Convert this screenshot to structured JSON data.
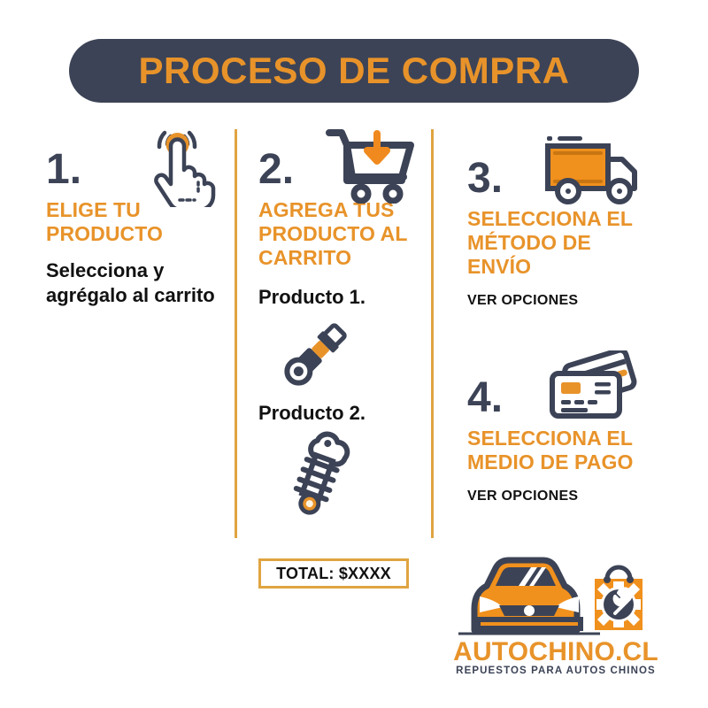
{
  "header": {
    "title": "PROCESO DE COMPRA",
    "banner_color": "#3c4356",
    "title_color": "#e8932a"
  },
  "theme": {
    "orange": "#e8932a",
    "navy": "#3c4356",
    "divider": "#e0a441",
    "text": "#111111",
    "background": "#ffffff"
  },
  "steps": [
    {
      "number": "1.",
      "icon": "click-hand-icon",
      "title": "ELIGE TU PRODUCTO",
      "subtitle": "Selecciona y agrégalo al carrito"
    },
    {
      "number": "2.",
      "icon": "shopping-cart-download-icon",
      "title": "AGREGA TUS PRODUCTO AL CARRITO",
      "products": [
        {
          "label": "Producto 1.",
          "icon": "shock-absorber-icon"
        },
        {
          "label": "Producto 2.",
          "icon": "coil-spring-strut-icon"
        }
      ],
      "total": "TOTAL: $XXXX"
    },
    {
      "number": "3.",
      "icon": "delivery-truck-icon",
      "title": "SELECCIONA EL MÉTODO DE ENVÍO",
      "link": "VER OPCIONES"
    },
    {
      "number": "4.",
      "icon": "credit-cards-icon",
      "title": "SELECCIONA EL MEDIO DE PAGO",
      "link": "VER OPCIONES"
    }
  ],
  "logo": {
    "car_icon": "car-front-icon",
    "bag_icon": "shopping-bag-wrench-gear-icon",
    "name": "AUTOCHINO.CL",
    "tagline": "REPUESTOS PARA AUTOS CHINOS"
  }
}
